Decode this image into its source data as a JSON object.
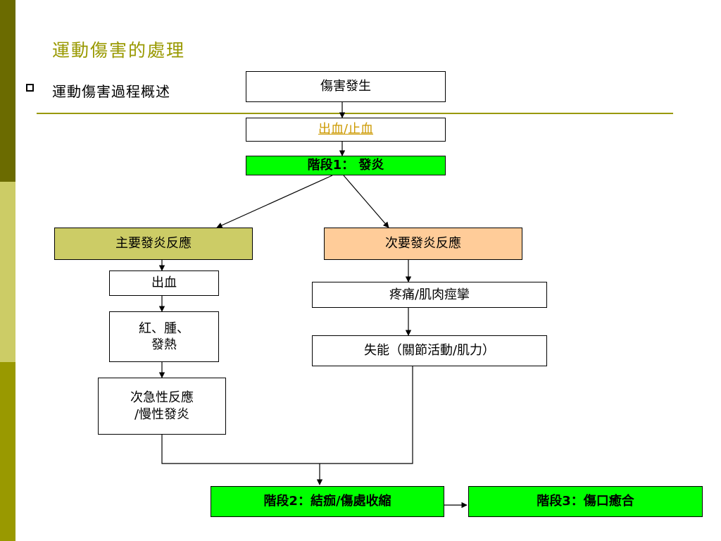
{
  "slide": {
    "title": "運動傷害的處理",
    "bullet": "運動傷害過程概述"
  },
  "flow": {
    "injury": "傷害發生",
    "bleeding_stop": "出血/止血",
    "stage1": "階段1： 發炎",
    "primary": "主要發炎反應",
    "secondary": "次要發炎反應",
    "bleeding": "出血",
    "redness_line1": "紅、腫、",
    "redness_line2": "發熱",
    "subacute_line1": "次急性反應",
    "subacute_line2": "/慢性發炎",
    "pain": "疼痛/肌肉痙攣",
    "loss_function": "失能（關節活動/肌力）",
    "stage2": "階段2：結痂/傷處收縮",
    "stage3": "階段3：傷口癒合"
  },
  "colors": {
    "accent": "#999900",
    "stage": "#00ff00",
    "primary": "#cccc66",
    "secondary": "#ffcc99",
    "link": "#cc9900"
  }
}
